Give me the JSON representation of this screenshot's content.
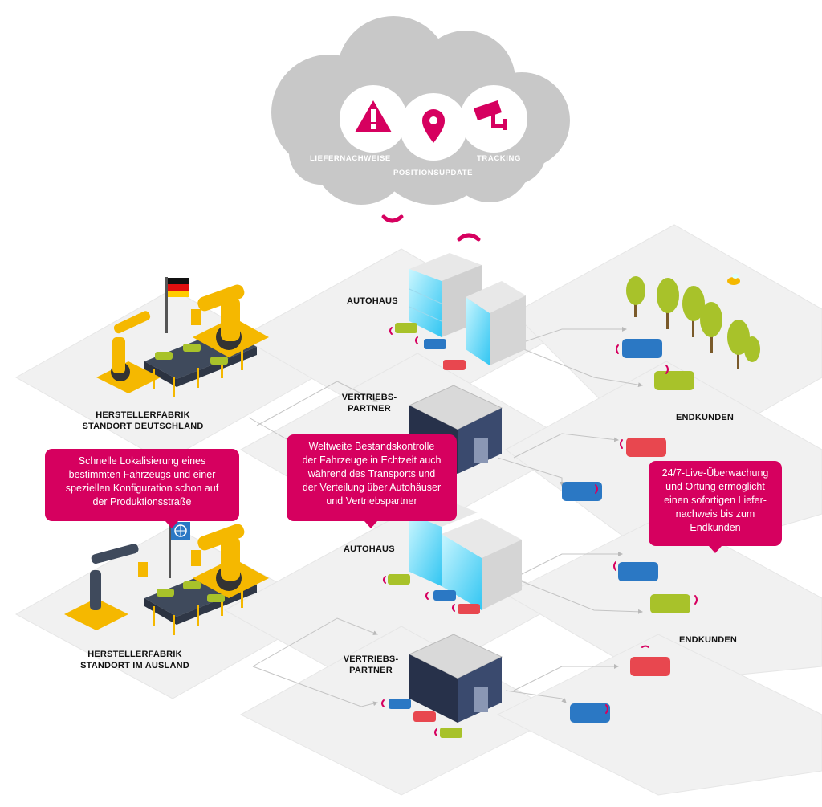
{
  "cloud": {
    "services": [
      {
        "label": "LIEFERNACHWEISE",
        "icon": "warning-icon"
      },
      {
        "label": "POSITIONSUPDATE",
        "icon": "location-pin-icon"
      },
      {
        "label": "TRACKING",
        "icon": "security-camera-icon"
      }
    ]
  },
  "factories": [
    {
      "line1": "HERSTELLERFABRIK",
      "line2": "STANDORT DEUTSCHLAND",
      "flag": "germany-flag-icon"
    },
    {
      "line1": "HERSTELLERFABRIK",
      "line2": "STANDORT IM AUSLAND",
      "flag": "globe-flag-icon"
    }
  ],
  "dealers": [
    {
      "label": "AUTOHAUS"
    },
    {
      "label": "AUTOHAUS"
    }
  ],
  "partners": [
    {
      "line1": "VERTRIEBS-",
      "line2": "PARTNER"
    },
    {
      "line1": "VERTRIEBS-",
      "line2": "PARTNER"
    }
  ],
  "customers": [
    {
      "label": "ENDKUNDEN"
    },
    {
      "label": "ENDKUNDEN"
    }
  ],
  "bubbles": {
    "left": [
      "Schnelle Lokalisierung eines",
      "bestimmten Fahrzeugs und einer",
      "speziellen Konfiguration schon auf",
      "der Produktionsstraße"
    ],
    "center": [
      "Weltweite Bestandskontrolle",
      "der Fahrzeuge in Echtzeit auch",
      "während des Transports und",
      "der Verteilung über Autohäuser",
      "und Vertriebspartner"
    ],
    "right": [
      "24/7-Live-Überwachung",
      "und Ortung ermöglicht",
      "einen sofortigen Liefer-",
      "nachweis bis zum",
      "Endkunden"
    ]
  },
  "colors": {
    "magenta": "#d6005f",
    "cloud": "#c8c8c8",
    "ground": "#f0f0f0",
    "robot": "#f5b800",
    "glass": "#7fe3ff",
    "car_blue": "#2b78c4",
    "car_green": "#a8c22a",
    "car_red": "#e8474f"
  }
}
